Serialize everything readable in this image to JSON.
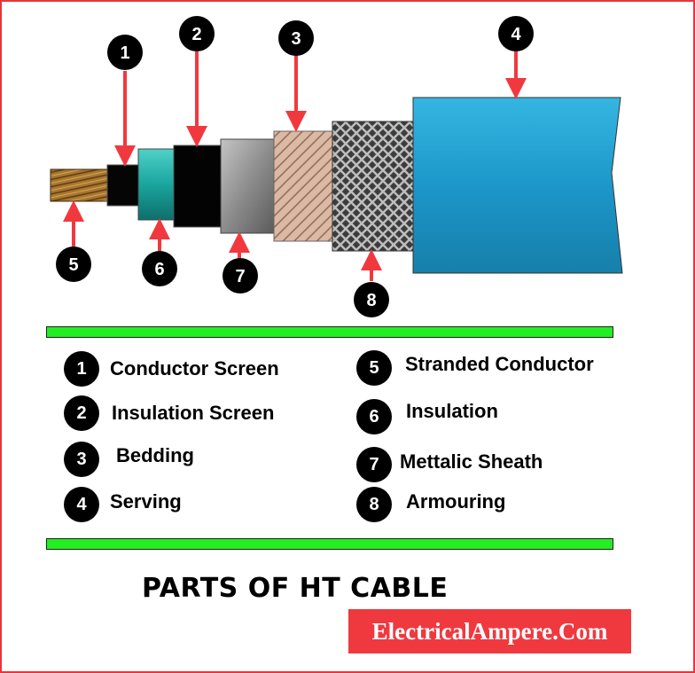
{
  "title": "PARTS OF HT CABLE",
  "brand": "ElectricalAmpere.Com",
  "callouts": [
    "1",
    "2",
    "3",
    "4",
    "5",
    "6",
    "7",
    "8"
  ],
  "legend": [
    {
      "num": "1",
      "label": "Conductor Screen"
    },
    {
      "num": "2",
      "label": "Insulation Screen"
    },
    {
      "num": "3",
      "label": "Bedding"
    },
    {
      "num": "4",
      "label": "Serving"
    },
    {
      "num": "5",
      "label": "Stranded Conductor"
    },
    {
      "num": "6",
      "label": "Insulation"
    },
    {
      "num": "7",
      "label": "Mettalic Sheath"
    },
    {
      "num": "8",
      "label": "Armouring"
    }
  ],
  "colors": {
    "frame": "#e8343a",
    "arrow": "#f0393f",
    "divider": "#22ee22",
    "brand_bg": "#f0393f",
    "conductor": "#a8772f",
    "insulation": "#1fb5b0",
    "sheath": "#8f8f8f",
    "bedding": "#d9b6a0",
    "armour": "#6a6a6a",
    "serving": "#1e8fbf"
  }
}
